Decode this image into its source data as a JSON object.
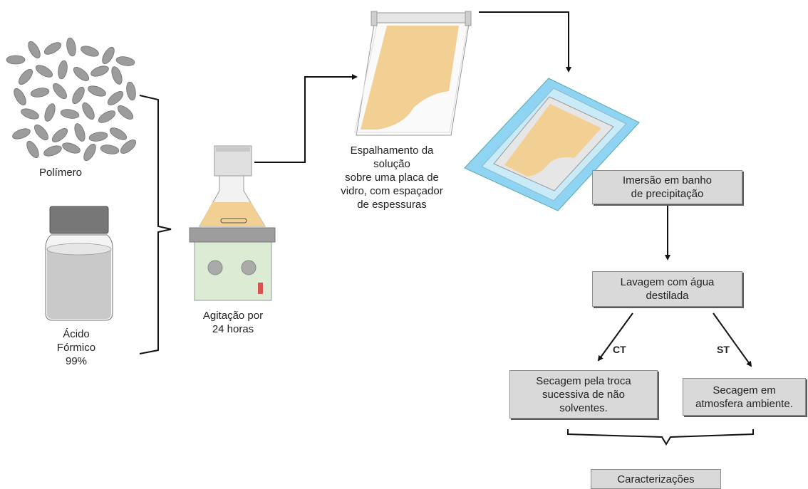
{
  "labels": {
    "polymer": "Polímero",
    "formic_acid": "Ácido\nFórmico\n99%",
    "stirring": "Agitação por\n24 horas",
    "spreading": "Espalhamento da\nsolução\nsobre uma placa de\nvidro, com espaçador\nde espessuras"
  },
  "boxes": {
    "immersion": "Imersão em banho\nde precipitação",
    "washing": "Lavagem com água\ndestilada",
    "solvent_exchange_drying": "Secagem pela troca\nsucessiva de não\nsolventes.",
    "ambient_drying": "Secagem em\natmosfera ambiente.",
    "characterization": "Caracterizações"
  },
  "tags": {
    "ct": "CT",
    "st": "ST"
  },
  "colors": {
    "pellet": "#9c9c9c",
    "solution": "#f2cf92",
    "water": "#8fd4f2",
    "box_fill": "#d9d9d9"
  }
}
